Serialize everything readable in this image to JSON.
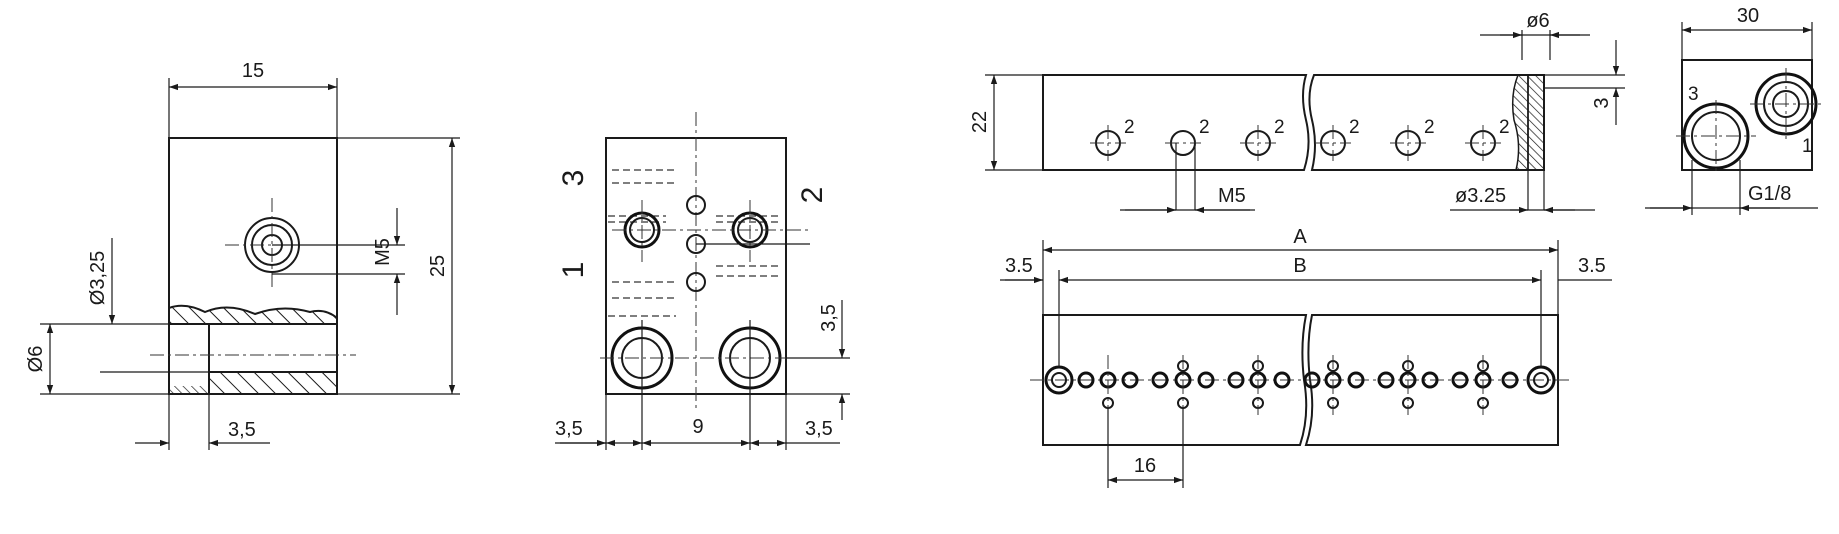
{
  "side_view": {
    "dim_width": "15",
    "dim_height": "25",
    "dim_thread": "M5",
    "dim_bore_small": "Ø3,25",
    "dim_bore_large": "Ø6",
    "dim_offset": "3,5"
  },
  "front_view": {
    "port_1": "1",
    "port_2": "2",
    "port_3": "3",
    "dim_left": "3,5",
    "dim_pitch": "9",
    "dim_right": "3,5",
    "dim_vertical": "3,5"
  },
  "bar_side": {
    "dim_height": "22",
    "dim_bore": "ø6",
    "dim_step": "3",
    "dim_thread": "M5",
    "dim_hole": "ø3.25",
    "port_labels": [
      "2",
      "2",
      "2",
      "2",
      "2",
      "2"
    ]
  },
  "end_view": {
    "dim_width": "30",
    "port_1": "1",
    "port_3": "3",
    "dim_thread": "G1/8"
  },
  "bar_top": {
    "dim_A": "A",
    "dim_B": "B",
    "dim_left": "3.5",
    "dim_right": "3.5",
    "dim_pitch": "16"
  }
}
